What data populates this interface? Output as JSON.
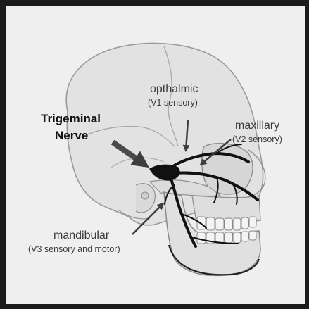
{
  "labels": {
    "trigeminal_line1": "Trigeminal",
    "trigeminal_line2": "Nerve",
    "ophthalmic_name": "opthalmic",
    "ophthalmic_desc": "(V1 sensory)",
    "maxillary_name": "maxillary",
    "maxillary_desc": "(V2 sensory)",
    "mandibular_name": "mandibular",
    "mandibular_desc": "(V3 sensory and motor)"
  },
  "colors": {
    "background": "#efefef",
    "frame": "#1b1b1b",
    "skull_fill": "#e2e2e2",
    "skull_outline": "#9a9a9a",
    "nerve": "#111111",
    "arrow": "#4a4a4a",
    "text": "#3a3a3a"
  }
}
